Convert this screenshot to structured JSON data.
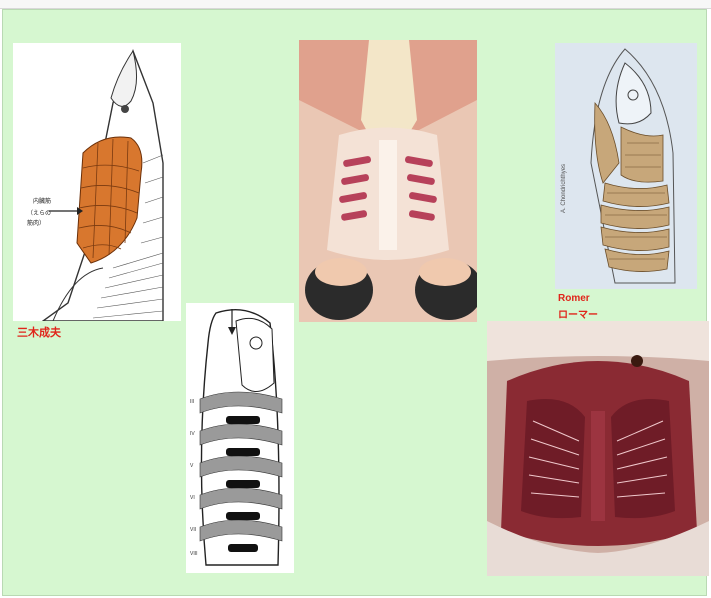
{
  "slide": {
    "figures": [
      {
        "id": "shark-head-musculature",
        "caption": "三木成夫",
        "side_labels": [
          "内",
          "臓",
          "筋",
          "（",
          "え",
          "ら",
          "の",
          "筋",
          "肉",
          "）"
        ]
      },
      {
        "id": "gill-arch-dissection-photo"
      },
      {
        "id": "romer-diagram",
        "caption_en": "Romer",
        "caption_ja": "ローマー",
        "labels": [
          "A. Chondrichthyes"
        ]
      },
      {
        "id": "gill-arch-schematic",
        "labels": [
          "III",
          "IV",
          "V",
          "VI",
          "VII",
          "VIII"
        ]
      },
      {
        "id": "gill-dissection-photo-red"
      }
    ]
  },
  "colors": {
    "slide_background": "#d6f7d0",
    "caption_red": "#e0241a",
    "muscle_orange": "#d8772e",
    "romer_tan": "#c7a77a"
  }
}
